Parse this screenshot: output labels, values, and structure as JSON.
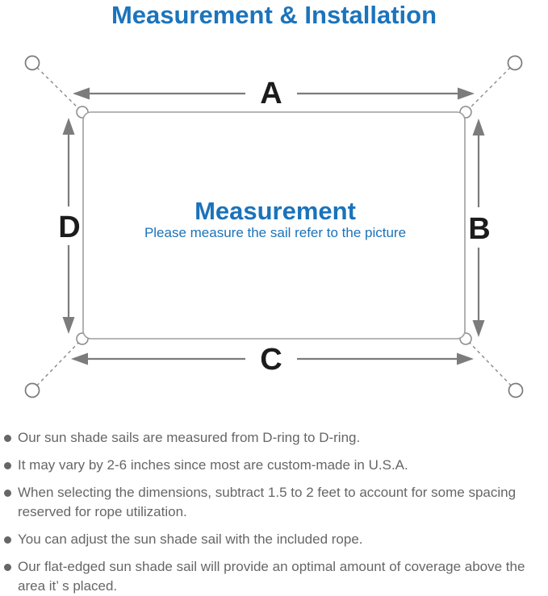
{
  "title": "Measurement & Installation",
  "diagram": {
    "center_title": "Measurement",
    "center_subtitle": "Please measure the sail refer to the picture",
    "labels": {
      "top": "A",
      "right": "B",
      "bottom": "C",
      "left": "D"
    }
  },
  "notes": [
    "Our sun shade sails are measured from D-ring to D-ring.",
    "It may vary by 2-6 inches since most are custom-made in U.S.A.",
    "When selecting the dimensions, subtract 1.5 to 2 feet to account for some spacing reserved for rope utilization.",
    "You can adjust the sun shade sail with the included rope.",
    "Our flat-edged sun shade sail will provide an optimal amount of coverage above the area it’ s placed."
  ],
  "colors": {
    "accent_blue": "#1b74bc",
    "label_black": "#1c1c1c",
    "line_gray": "#7c7c7c",
    "text_gray": "#666666"
  }
}
